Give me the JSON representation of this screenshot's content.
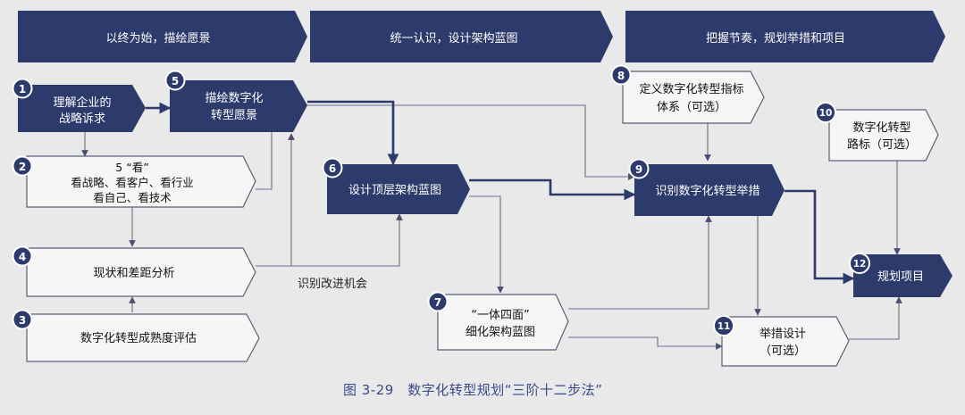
{
  "phases": [
    "以终为始，描绘愿景",
    "统一认识，设计架构蓝图",
    "把握节奏，规划举措和项目"
  ],
  "steps": {
    "s1": {
      "num": "1",
      "lines": [
        "理解企业的",
        "战略诉求"
      ]
    },
    "s2": {
      "num": "2",
      "lines": [
        "5 “看”",
        "看战略、看客户、看行业",
        "看自己、看技术"
      ]
    },
    "s3": {
      "num": "3",
      "lines": [
        "数字化转型成熟度评估"
      ]
    },
    "s4": {
      "num": "4",
      "lines": [
        "现状和差距分析"
      ]
    },
    "s5": {
      "num": "5",
      "lines": [
        "描绘数字化",
        "转型愿景"
      ]
    },
    "s6": {
      "num": "6",
      "lines": [
        "设计顶层架构蓝图"
      ]
    },
    "s7": {
      "num": "7",
      "lines": [
        "“一体四面”",
        "细化架构蓝图"
      ]
    },
    "s8": {
      "num": "8",
      "lines": [
        "定义数字化转型指标",
        "体系（可选）"
      ]
    },
    "s9": {
      "num": "9",
      "lines": [
        "识别数字化转型举措"
      ]
    },
    "s10": {
      "num": "10",
      "lines": [
        "数字化转型",
        "路标（可选）"
      ]
    },
    "s11": {
      "num": "11",
      "lines": [
        "举措设计",
        "（可选）"
      ]
    },
    "s12": {
      "num": "12",
      "lines": [
        "规划项目"
      ]
    }
  },
  "annotation": "识别改进机会",
  "caption": "图 3-29　数字化转型规划“三阶十二步法”",
  "colors": {
    "dark": "#2c3a6c",
    "line": "#555b73",
    "background": "#e9e9ea",
    "light_box": "#f6f6f7"
  }
}
